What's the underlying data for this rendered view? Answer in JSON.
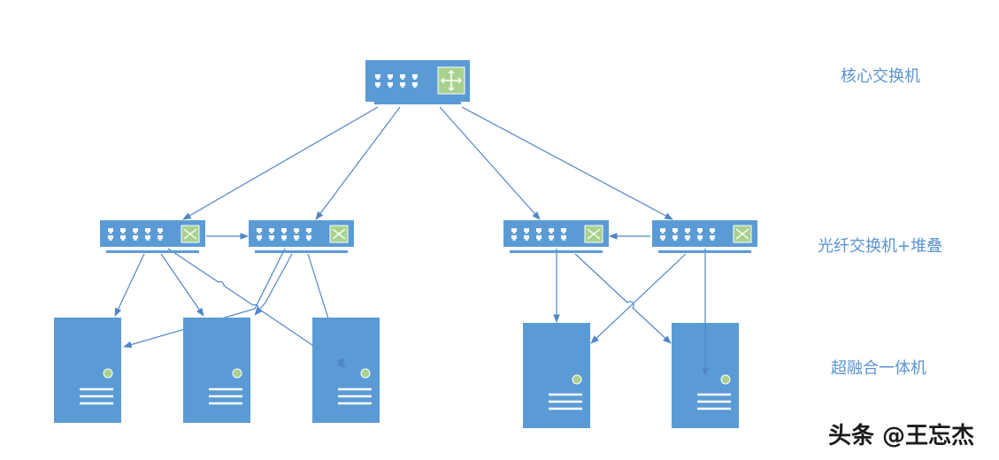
{
  "labels": {
    "core_switch": "核心交换机",
    "fiber_switch_stack": "光纤交换机+堆叠",
    "hyperconverged": "超融合一体机"
  },
  "watermark": "头条 @王忘杰",
  "colors": {
    "device_blue": "#5b9bd5",
    "line_blue": "#4f86c6",
    "icon_green": "#a9d18e",
    "label_blue": "#5a93d1"
  },
  "icons": {
    "core_switch": "router-icon",
    "fiber_switch": "switch-icon",
    "server": "server-tower-icon"
  }
}
